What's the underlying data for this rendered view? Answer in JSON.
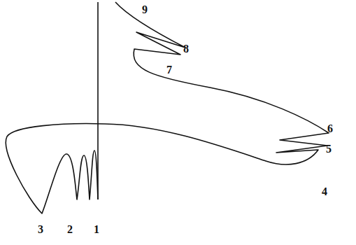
{
  "diagram": {
    "labels": [
      "9",
      "8",
      "7",
      "6",
      "5",
      "4",
      "3",
      "2",
      "1"
    ]
  }
}
